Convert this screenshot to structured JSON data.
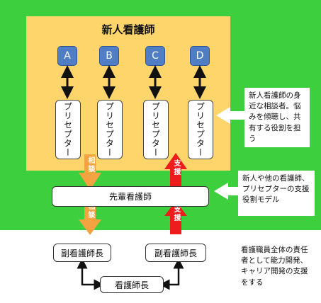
{
  "title": "新人看護師",
  "nurses": [
    "A",
    "B",
    "C",
    "D"
  ],
  "preceptor_label": "プリセプター",
  "senior": "先輩看護師",
  "vice_left": "副看護師長",
  "vice_right": "副看護師長",
  "head": "看護師長",
  "arrow_consult": "相談",
  "arrow_support": "支援",
  "callouts": {
    "c1": "新人看護師の身近な相談者。悩みを傾聴し、共有する役割を担う",
    "c2": "新人や他の看護師、プリセプターの支援役割モデル",
    "c3": "看護職員全体の責任者として能力開発、キャリア開発の支援をする"
  },
  "colors": {
    "green": "#3ecf3e",
    "yellow": "#fdd56b",
    "nurse_blue": "#4f7ec4",
    "consult_orange": "#f4a340",
    "support_red": "#ee1c1c"
  }
}
